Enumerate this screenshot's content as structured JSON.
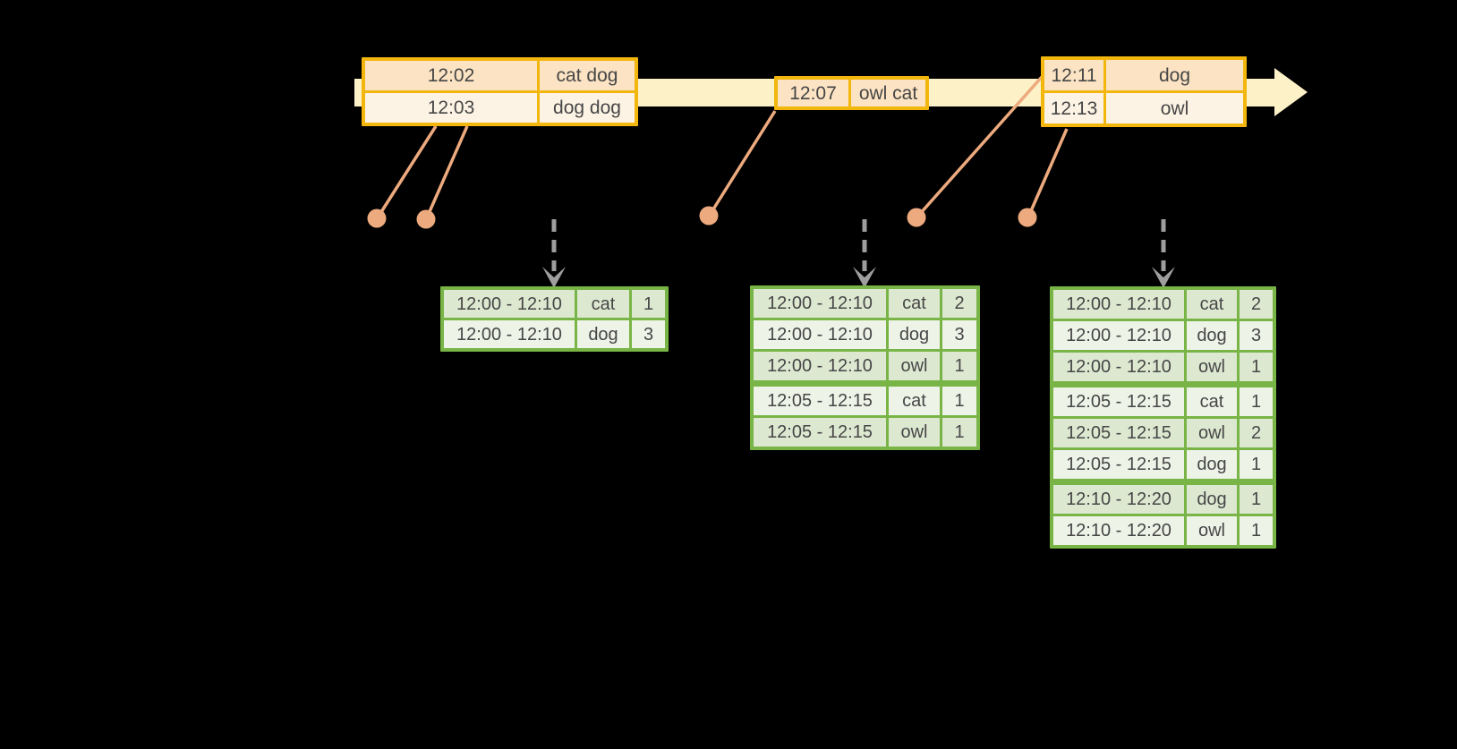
{
  "colors": {
    "background": "#000000",
    "timeline_band": "#fdf1c8",
    "event_border": "#f2b60d",
    "event_row_dark": "#fbe3c3",
    "event_row_light": "#fdf3e4",
    "connector": "#edaa7e",
    "trigger_arrow": "#9e9e9e",
    "result_border": "#79b546",
    "result_row_dark": "#dde8d1",
    "result_row_light": "#eef3e8",
    "text": "#464646"
  },
  "event_tables": [
    {
      "rows": [
        {
          "time": "12:02",
          "words": "cat dog"
        },
        {
          "time": "12:03",
          "words": "dog dog"
        }
      ]
    },
    {
      "rows": [
        {
          "time": "12:07",
          "words": "owl cat"
        }
      ]
    },
    {
      "rows": [
        {
          "time": "12:11",
          "words": "dog"
        },
        {
          "time": "12:13",
          "words": "owl"
        }
      ]
    }
  ],
  "result_tables": [
    {
      "groups": [
        [
          {
            "window": "12:00 - 12:10",
            "word": "cat",
            "count": "1"
          },
          {
            "window": "12:00 - 12:10",
            "word": "dog",
            "count": "3"
          }
        ]
      ]
    },
    {
      "groups": [
        [
          {
            "window": "12:00 - 12:10",
            "word": "cat",
            "count": "2"
          },
          {
            "window": "12:00 - 12:10",
            "word": "dog",
            "count": "3"
          },
          {
            "window": "12:00 - 12:10",
            "word": "owl",
            "count": "1"
          }
        ],
        [
          {
            "window": "12:05 - 12:15",
            "word": "cat",
            "count": "1"
          },
          {
            "window": "12:05 - 12:15",
            "word": "owl",
            "count": "1"
          }
        ]
      ]
    },
    {
      "groups": [
        [
          {
            "window": "12:00 - 12:10",
            "word": "cat",
            "count": "2"
          },
          {
            "window": "12:00 - 12:10",
            "word": "dog",
            "count": "3"
          },
          {
            "window": "12:00 - 12:10",
            "word": "owl",
            "count": "1"
          }
        ],
        [
          {
            "window": "12:05 - 12:15",
            "word": "cat",
            "count": "1"
          },
          {
            "window": "12:05 - 12:15",
            "word": "owl",
            "count": "2"
          },
          {
            "window": "12:05 - 12:15",
            "word": "dog",
            "count": "1"
          }
        ],
        [
          {
            "window": "12:10 - 12:20",
            "word": "dog",
            "count": "1"
          },
          {
            "window": "12:10 - 12:20",
            "word": "owl",
            "count": "1"
          }
        ]
      ]
    }
  ]
}
